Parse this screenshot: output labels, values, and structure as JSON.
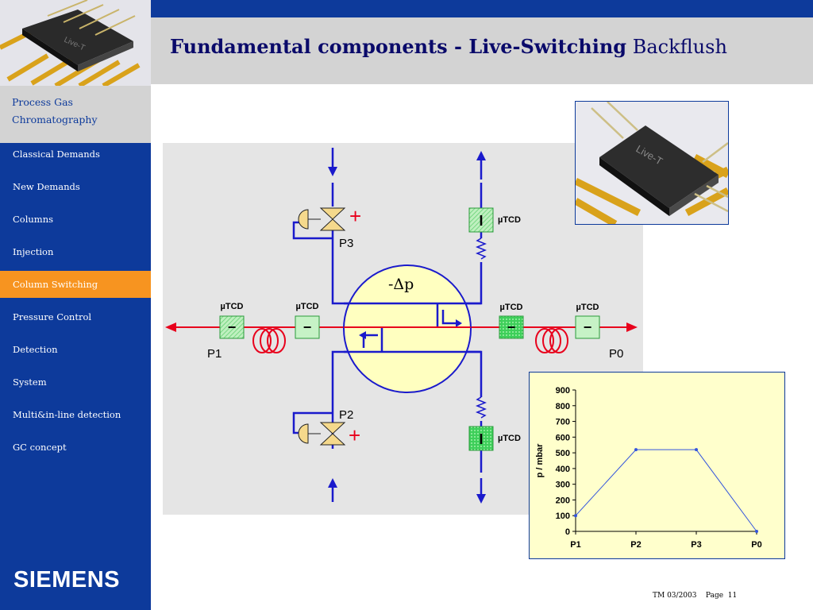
{
  "title": {
    "bold": "Fundamental components - Live-Switching",
    "normal": "Backflush"
  },
  "section": {
    "line1": "Process Gas",
    "line2": "Chromatography"
  },
  "nav": [
    {
      "label": "Classical Demands",
      "active": false
    },
    {
      "label": "New Demands",
      "active": false
    },
    {
      "label": "Columns",
      "active": false
    },
    {
      "label": "Injection",
      "active": false
    },
    {
      "label": "Column Switching",
      "active": true
    },
    {
      "label": "Pressure Control",
      "active": false
    },
    {
      "label": "Detection",
      "active": false
    },
    {
      "label": "System",
      "active": false
    },
    {
      "label": "Multi&in-line detection",
      "active": false
    },
    {
      "label": "GC concept",
      "active": false
    }
  ],
  "brand": "SIEMENS",
  "footer": {
    "doc": "TM 03/2003",
    "page_label": "Page",
    "page_number": "11"
  },
  "diagram": {
    "delta_p": "-Δp",
    "detector_label": "µTCD",
    "points": {
      "p0": "P0",
      "p1": "P1",
      "p2": "P2",
      "p3": "P3"
    },
    "plus": "+",
    "minus": "−",
    "on_state": "I",
    "colors": {
      "line": "#1a1acc",
      "red": "#e8001c",
      "sphere": "#ffffc0",
      "tcd_light": "#a8e8a8",
      "tcd_dark": "#3ecf5a"
    }
  },
  "photo": {
    "chip_label": "Live-T"
  },
  "thumb": {
    "chip_label": "Live-T"
  },
  "chart_data": {
    "type": "line",
    "categories": [
      "P1",
      "P2",
      "P3",
      "P0"
    ],
    "values": [
      100,
      520,
      520,
      0
    ],
    "ylabel": "p / mbar",
    "xlabel": "",
    "ylim": [
      0,
      900
    ],
    "yticks": [
      0,
      100,
      200,
      300,
      400,
      500,
      600,
      700,
      800,
      900
    ],
    "grid": false,
    "color": "#3355dd",
    "background": "#ffffcc"
  }
}
